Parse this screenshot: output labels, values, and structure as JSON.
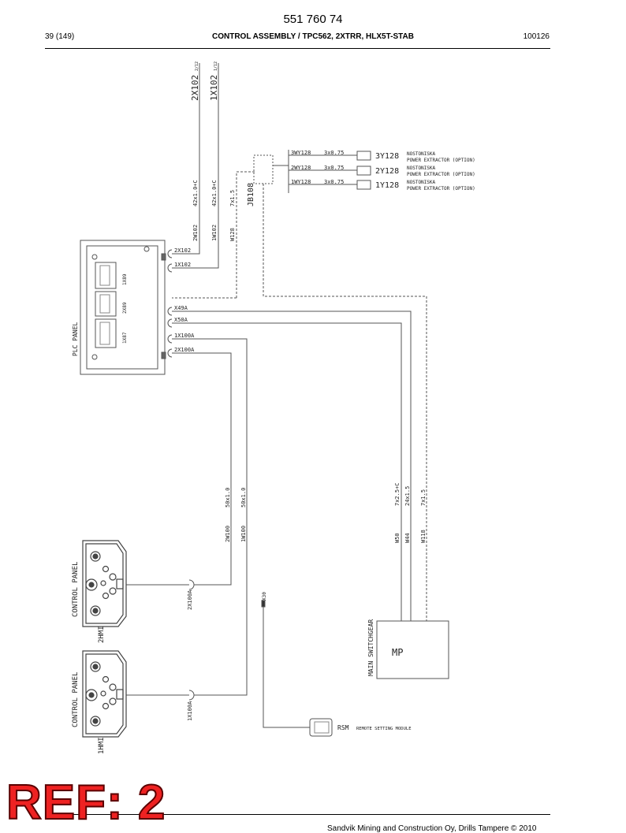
{
  "header": {
    "doc_number": "551 760 74",
    "page": "39 (149)",
    "title": "CONTROL ASSEMBLY / TPC562, 2XTRR, HLX5T-STAB",
    "code": "100126"
  },
  "footer": {
    "copyright": "Sandvik Mining and Construction Oy, Drills Tampere © 2010"
  },
  "watermark": "REF: 2",
  "diagram": {
    "plc_panel": "PLC PANEL",
    "cable_2x102": "2X102",
    "cable_1x102": "1X102",
    "cable_2x102_sub": "2/12",
    "cable_1x102_sub": "1/12",
    "spec_2w102": "42x1.0+C",
    "spec_1w102": "42x1.0+C",
    "wire_2w102": "2W102",
    "wire_1w102": "1W102",
    "spec_w128": "7x1.5",
    "wire_w128": "W128",
    "jb108": "JB108",
    "conn_2x102": "2X102",
    "conn_1x102": "1X102",
    "conn_x49a": "X49A",
    "conn_x50a": "X50A",
    "conn_1x100a": "1X100A",
    "conn_2x100a": "2X100A",
    "module_1": "1X89",
    "module_2": "2X89",
    "module_3": "1X87",
    "ext_rows": [
      {
        "wire": "3WY128",
        "spec": "3x0.75",
        "tag": "3Y128",
        "name": "NOSTONISKA",
        "desc": "POWER EXTRACTOR (OPTION)"
      },
      {
        "wire": "2WY128",
        "spec": "3x0.75",
        "tag": "2Y128",
        "name": "NOSTONISKA",
        "desc": "POWER EXTRACTOR (OPTION)"
      },
      {
        "wire": "1WY128",
        "spec": "3x0.75",
        "tag": "1Y128",
        "name": "NOSTONISKA",
        "desc": "POWER EXTRACTOR (OPTION)"
      }
    ],
    "spec_2w100": "50x1.0",
    "spec_1w100": "50x1.0",
    "wire_2w100": "2W100",
    "wire_1w100": "1W100",
    "spec_w50": "7x2.5+C",
    "spec_w44": "24x1.5",
    "spec_w118": "7x1.5",
    "wire_w50": "W50",
    "wire_w44": "W44",
    "wire_w118": "W118",
    "control_panel_top": "CONTROL PANEL",
    "control_panel_bot": "CONTROL PANEL",
    "hmi_top": "2HMI",
    "hmi_bot": "1HMI",
    "conn_2x100a_plug": "2X100A",
    "conn_1x100a_plug": "1X100A",
    "x30": "X30",
    "main_switchgear": "MAIN SWITCHGEAR",
    "mp": "MP",
    "rsm": "RSM",
    "rsm_desc": "REMOTE SETTING MODULE"
  }
}
